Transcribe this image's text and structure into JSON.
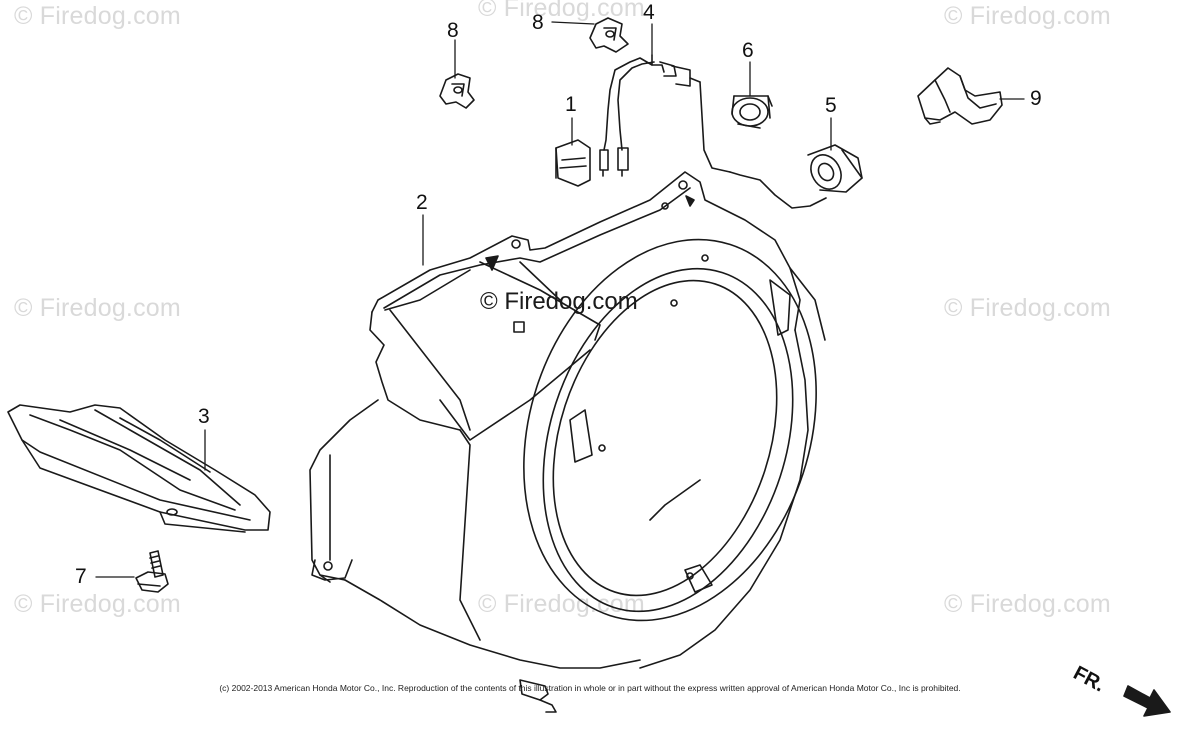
{
  "watermark": {
    "text": "© Firedog.com",
    "center_text": "© Firedog.com"
  },
  "callouts": {
    "p1": "1",
    "p2": "2",
    "p3": "3",
    "p4": "4",
    "p5": "5",
    "p6": "6",
    "p7": "7",
    "p8a": "8",
    "p8b": "8",
    "p9": "9"
  },
  "copyright": "(c) 2002-2013 American Honda Motor Co., Inc. Reproduction of the contents of this illustration in whole or in part without the express written approval of American Honda Motor Co., Inc is prohibited.",
  "front_label": "FR.",
  "colors": {
    "line": "#1a1a1a",
    "watermark": "#d9d9d9",
    "background": "#ffffff"
  }
}
